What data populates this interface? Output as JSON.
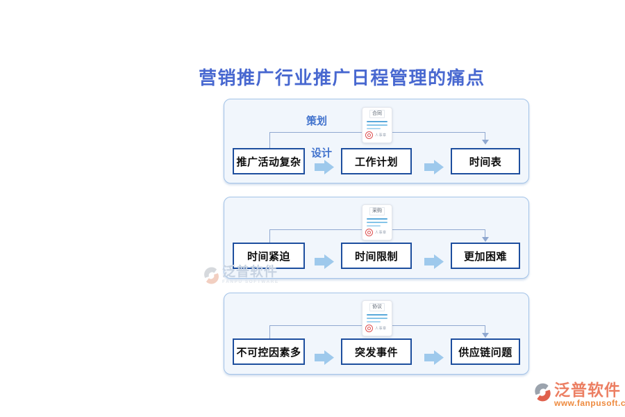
{
  "title": "营销推广行业推广日程管理的痛点",
  "panels": [
    {
      "doc": {
        "label": "合同",
        "seal_text": "人事章"
      },
      "labels": {
        "planning": "策划",
        "design": "设计"
      },
      "boxes": [
        "推广活动复杂",
        "工作计划",
        "时间表"
      ]
    },
    {
      "doc": {
        "label": "采购",
        "seal_text": "人事章"
      },
      "boxes": [
        "时间紧迫",
        "时间限制",
        "更加困难"
      ]
    },
    {
      "doc": {
        "label": "协议",
        "seal_text": "人事章"
      },
      "boxes": [
        "不可控因素多",
        "突发事件",
        "供应链问题"
      ]
    }
  ],
  "watermark": {
    "name": "泛普软件",
    "name_en": "FANPU SOFTWARE"
  },
  "footer_logo": {
    "name": "泛普软件",
    "website": "www.fanpusoft.com"
  },
  "colors": {
    "title_blue": "#4868d0",
    "panel_fill": "#f1f6fc",
    "panel_border": "#a3c3e8",
    "box_border": "#1d4e9e",
    "block_arrow": "#9ec9ec",
    "connector": "#8fa8d0",
    "label_blue": "#4273cd",
    "seal_red": "#dd4f4f",
    "logo_coral": "#ec7f63",
    "logo_orange": "#ee8a3e"
  }
}
